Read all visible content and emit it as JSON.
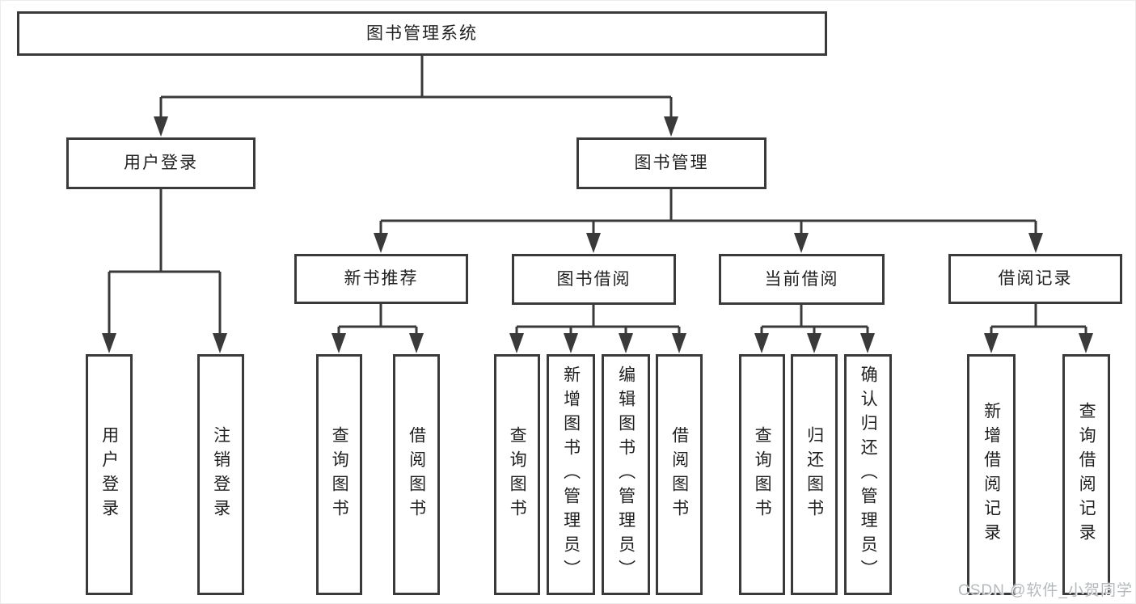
{
  "diagram_title": "图书管理系统",
  "nodes": {
    "root": "图书管理系统",
    "user_login": "用户登录",
    "book_mgmt": "图书管理",
    "new_book": "新书推荐",
    "book_borrow": "图书借阅",
    "current_borrow": "当前借阅",
    "borrow_record": "借阅记录",
    "u1": "用户登录",
    "u2": "注销登录",
    "n1": "查询图书",
    "n2": "借阅图书",
    "b1": "查询图书",
    "b2": "新增图书（管理员）",
    "b3": "编辑图书（管理员）",
    "b4": "借阅图书",
    "c1": "查询图书",
    "c2": "归还图书",
    "c3": "确认归还（管理员）",
    "r1": "新增借阅记录",
    "r2": "查询借阅记录"
  },
  "hierarchy": {
    "label": "图书管理系统",
    "children": [
      {
        "label": "用户登录",
        "children": [
          "用户登录",
          "注销登录"
        ]
      },
      {
        "label": "图书管理",
        "children": [
          {
            "label": "新书推荐",
            "children": [
              "查询图书",
              "借阅图书"
            ]
          },
          {
            "label": "图书借阅",
            "children": [
              "查询图书",
              "新增图书（管理员）",
              "编辑图书（管理员）",
              "借阅图书"
            ]
          },
          {
            "label": "当前借阅",
            "children": [
              "查询图书",
              "归还图书",
              "确认归还（管理员）"
            ]
          },
          {
            "label": "借阅记录",
            "children": [
              "新增借阅记录",
              "查询借阅记录"
            ]
          }
        ]
      }
    ]
  },
  "watermark": {
    "text": "CSDN @软件_小贺同学"
  },
  "colors": {
    "line": "#3a3a3a",
    "box_border": "#3a3a3a",
    "text": "#1f1f1f",
    "background": "#ffffff",
    "watermark": "#b4b9bc"
  }
}
